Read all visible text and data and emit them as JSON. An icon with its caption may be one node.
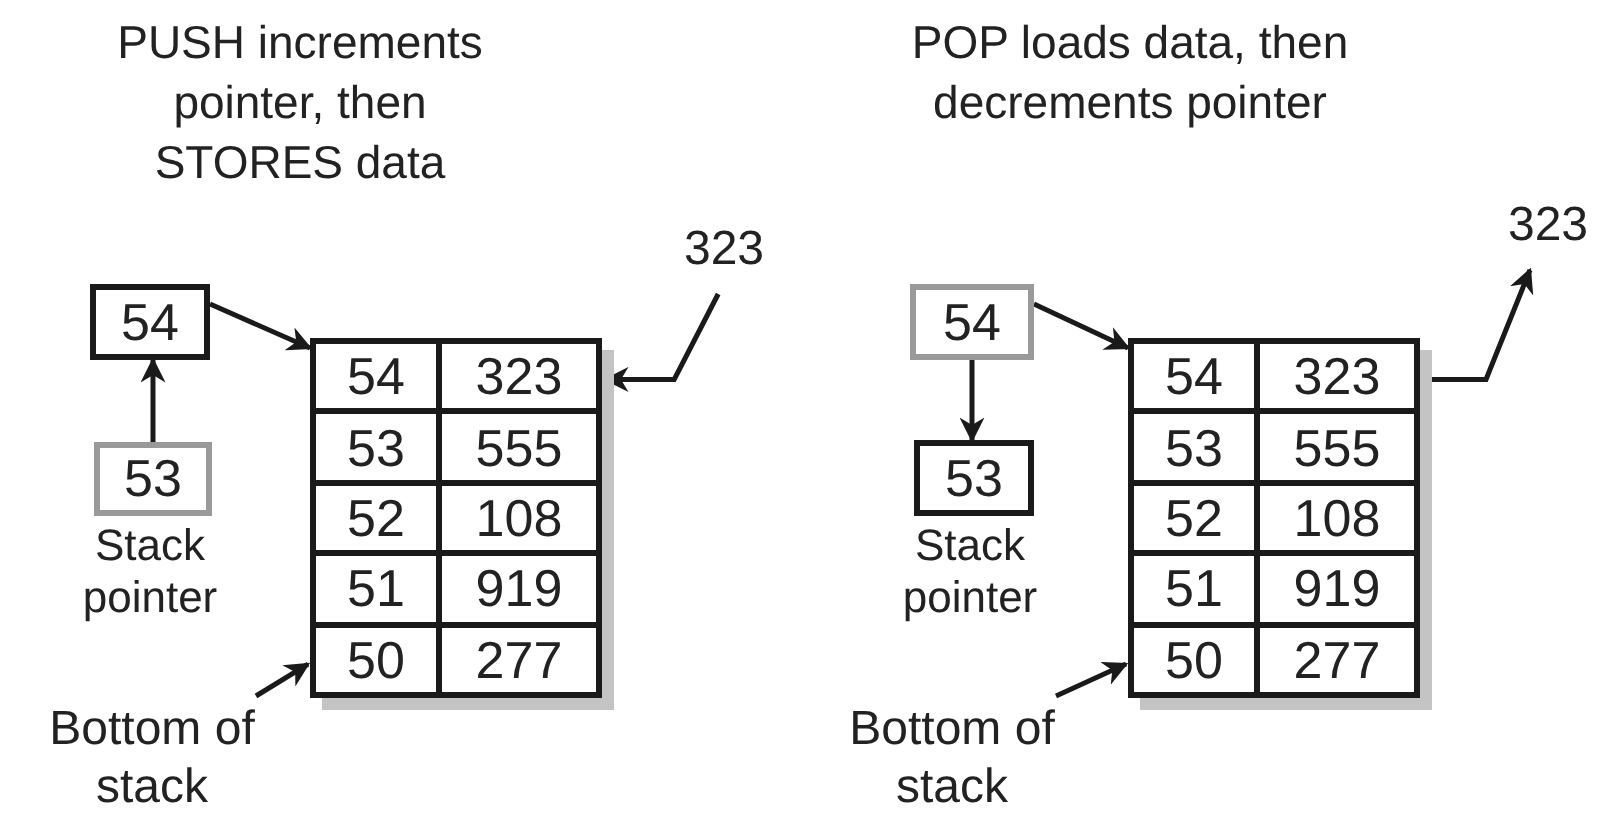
{
  "diagram": {
    "nodes": [
      {
        "text": [
          "54"
        ]
      },
      {
        "text": [
          "53"
        ],
        "beside": [
          "Stack pointer"
        ]
      },
      {
        "text": [
          "323"
        ]
      },
      {
        "text": [],
        "shape": "box"
      },
      {
        "text": [
          "54",
          "323"
        ],
        "in": 3
      },
      {
        "text": [
          "53",
          "555"
        ],
        "in": 3
      },
      {
        "text": [
          "52",
          "108"
        ],
        "in": 3
      },
      {
        "text": [
          "51",
          "919"
        ],
        "in": 3
      },
      {
        "text": [
          "50",
          "277"
        ],
        "in": 3
      },
      {
        "text": [
          "Bottom of stack"
        ]
      },
      {
        "text": [
          "54"
        ]
      },
      {
        "text": [
          "53"
        ],
        "beside": [
          "Stack pointer"
        ]
      },
      {
        "text": [
          "323"
        ]
      },
      {
        "text": [],
        "shape": "box"
      },
      {
        "text": [
          "54",
          "323"
        ],
        "in": 13
      },
      {
        "text": [
          "53",
          "555"
        ],
        "in": 13
      },
      {
        "text": [
          "52",
          "108"
        ],
        "in": 13
      },
      {
        "text": [
          "51",
          "919"
        ],
        "in": 13
      },
      {
        "text": [
          "50",
          "277"
        ],
        "in": 13
      },
      {
        "text": [
          "Bottom of stack"
        ]
      }
    ],
    "edges": [
      {
        "from": 1,
        "to": 0,
        "arrow": "to"
      },
      {
        "from": 0,
        "to": 4,
        "arrow": "to"
      },
      {
        "from": 2,
        "to": 4,
        "arrow": "to"
      },
      {
        "from": 9,
        "to": 8,
        "arrow": "to"
      },
      {
        "from": 10,
        "to": 11,
        "arrow": "to"
      },
      {
        "from": 10,
        "to": 14,
        "arrow": "to"
      },
      {
        "from": 14,
        "to": 12,
        "arrow": "to"
      },
      {
        "from": 19,
        "to": 18,
        "arrow": "to"
      }
    ],
    "labels": [
      "PUSH increments pointer, then STORES data",
      "POP loads data, then decrements pointer"
    ]
  }
}
